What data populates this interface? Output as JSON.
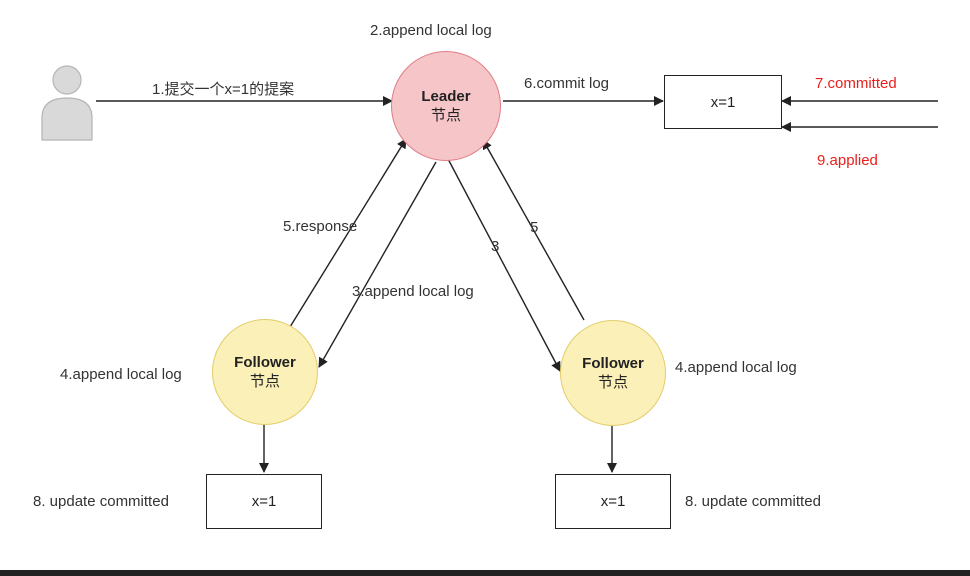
{
  "leader": {
    "title": "Leader",
    "subtitle": "节点"
  },
  "follower_left": {
    "title": "Follower",
    "subtitle": "节点"
  },
  "follower_right": {
    "title": "Follower",
    "subtitle": "节点"
  },
  "boxes": {
    "state_top": "x=1",
    "state_left": "x=1",
    "state_right": "x=1"
  },
  "labels": {
    "propose": "1.提交一个x=1的提案",
    "leader_append": "2.append local log",
    "commit_log": "6.commit log",
    "committed": "7.committed",
    "applied": "9.applied",
    "response": "5.response",
    "append_left": "3.append local log",
    "three": "3",
    "five": "5",
    "follower_left_append": "4.append local log",
    "follower_right_append": "4.append local log",
    "update_left": "8. update committed",
    "update_right": "8. update committed"
  },
  "colors": {
    "leader_fill": "#f6c5c8",
    "leader_stroke": "#e07d86",
    "follower_fill": "#fbf0b8",
    "follower_stroke": "#e2cd6a",
    "highlight_text": "#e8201c",
    "user_icon": "#d9d9d9"
  }
}
